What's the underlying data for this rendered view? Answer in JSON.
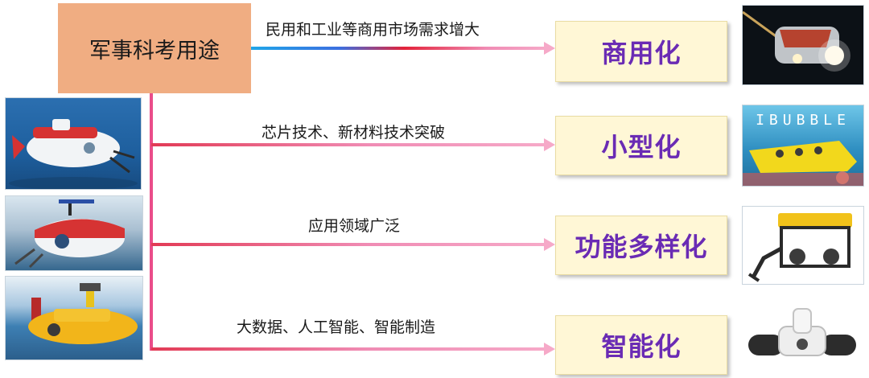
{
  "source": {
    "label": "军事科考用途"
  },
  "branches": [
    {
      "driver": "民用和工业等商用市场需求增大",
      "outcome": "商用化"
    },
    {
      "driver": "芯片技术、新材料技术突破",
      "outcome": "小型化"
    },
    {
      "driver": "应用领域广泛",
      "outcome": "功能多样化"
    },
    {
      "driver": "大数据、人工智能、智能制造",
      "outcome": "智能化"
    }
  ],
  "photos": {
    "product_2_brand": "IBUBBLE"
  },
  "colors": {
    "source_fill": "#f0ad82",
    "outcome_fill": "#fff7d6",
    "outcome_text": "#6a2bb4",
    "connector": "#ea4d8a"
  }
}
